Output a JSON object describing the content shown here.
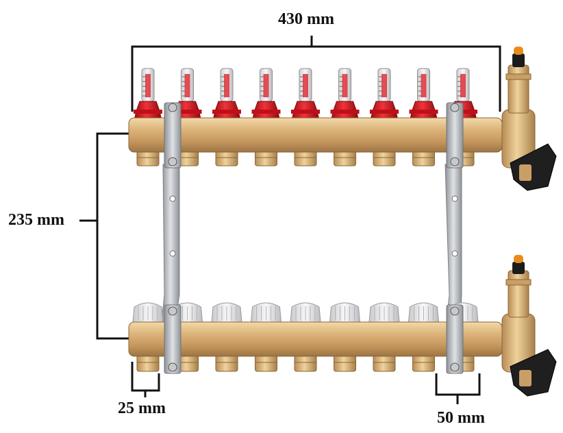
{
  "dimensions": {
    "width_label": "430 mm",
    "height_label": "235 mm",
    "port_label": "25 mm",
    "spacing_label": "50 mm"
  },
  "product": {
    "circuits": 9,
    "colors": {
      "brass": "#d9b27a",
      "brass_dark": "#a8804a",
      "flowmeter_red": "#e0141f",
      "valve_cap": "#e8e8ea",
      "bracket": "#b9bcc0",
      "dimension_line": "#111111"
    }
  }
}
